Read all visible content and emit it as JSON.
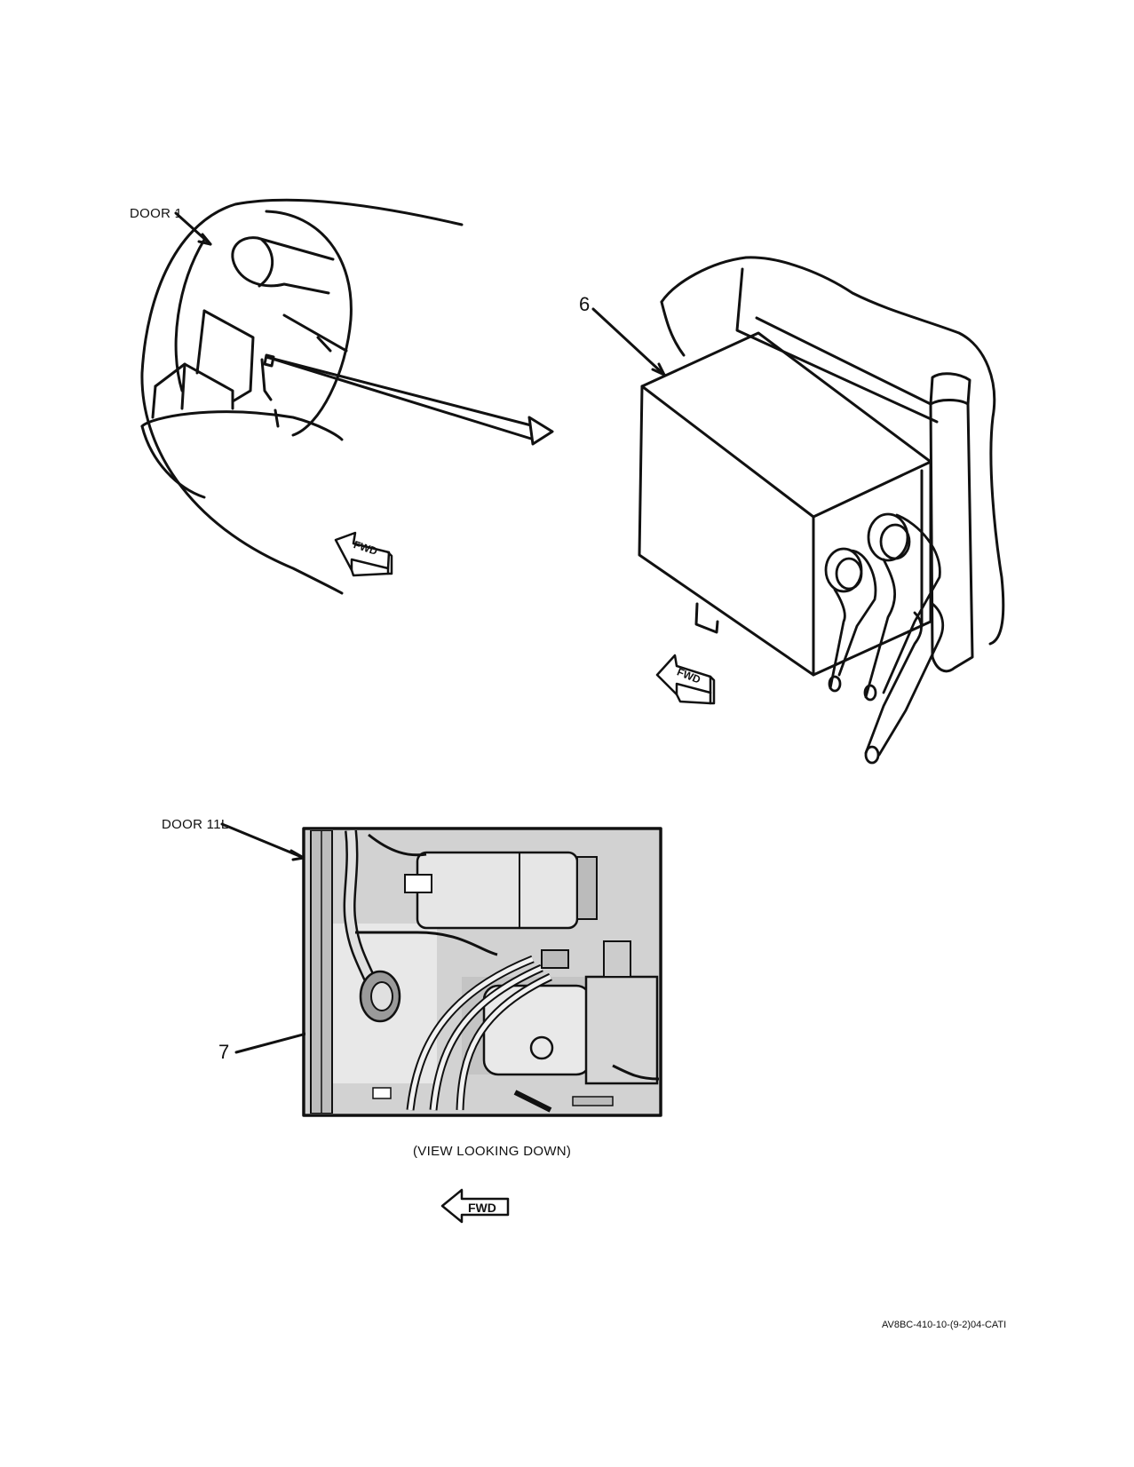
{
  "figure": {
    "callouts": {
      "door_1": "DOOR 1",
      "door_11l": "DOOR 11L",
      "item_6": "6",
      "item_7": "7"
    },
    "direction_arrow_label": "FWD",
    "view_caption": "(VIEW LOOKING DOWN)",
    "figure_id": "AV8BC-410-10-(9-2)04-CATI"
  }
}
